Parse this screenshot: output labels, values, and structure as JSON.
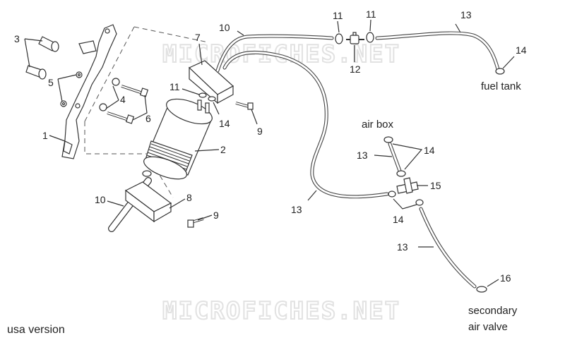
{
  "watermark": "MICROFICHES.NET",
  "variant_label": "usa version",
  "notes": {
    "air_box": "air box",
    "fuel_tank": "fuel tank",
    "secondary_line1": "secondary",
    "secondary_line2": "air valve"
  },
  "callouts": {
    "p1": "1",
    "p2": "2",
    "p3": "3",
    "p4": "4",
    "p5": "5",
    "p6": "6",
    "p7": "7",
    "p8": "8",
    "p9a": "9",
    "p9b": "9",
    "p10a": "10",
    "p10b": "10",
    "p11a": "11",
    "p11b": "11",
    "p11c": "11",
    "p12": "12",
    "p13a": "13",
    "p13b": "13",
    "p13c": "13",
    "p13d": "13",
    "p14a": "14",
    "p14b": "14",
    "p14c": "14",
    "p14d": "14",
    "p15": "15",
    "p16": "16"
  }
}
